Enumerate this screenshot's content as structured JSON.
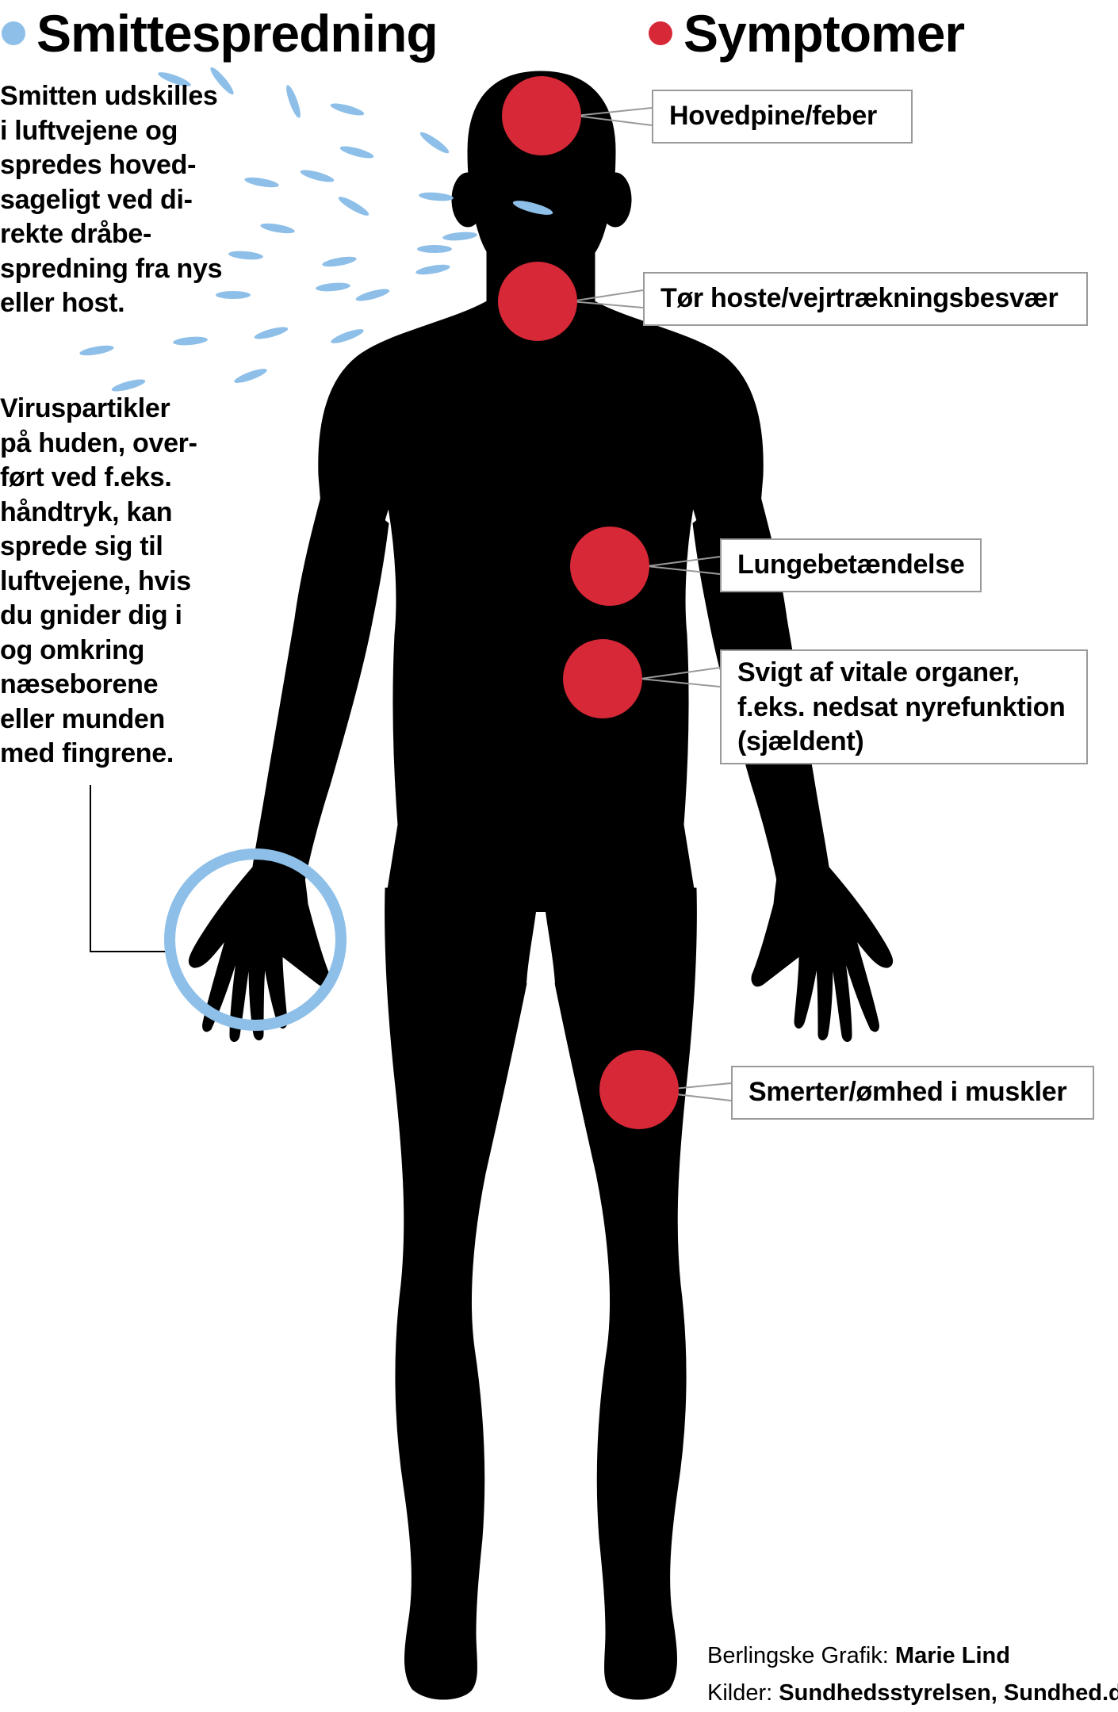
{
  "colors": {
    "spread_accent": "#8dbfe8",
    "symptom_accent": "#d62837",
    "silhouette": "#000000",
    "callout_border": "#9a9a9a"
  },
  "headings": {
    "spread": "Smittespredning",
    "symptoms": "Symptomer"
  },
  "spread": {
    "droplets_text": "Smitten udskilles\ni luftvejene og\nspredes hoved-\nsageligt ved di-\nrekte dråbe-\nspredning fra nys\neller host.",
    "contact_text": "Viruspartikler\npå huden, over-\nført ved f.eks.\nhåndtryk, kan\nsprede sig til\nluftvejene, hvis\ndu gnider dig i\nog omkring\nnæseborene\neller munden\nmed fingrene."
  },
  "symptoms": {
    "headache": "Hovedpine/feber",
    "cough": "Tør hoste/vejrtrækningsbesvær",
    "pneumonia": "Lungebetændelse",
    "organs": "Svigt af vitale organer,\nf.eks. nedsat nyrefunktion\n(sjældent)",
    "muscles": "Smerter/ømhed i muskler"
  },
  "credits": {
    "graphics_label": "Berlingske Grafik: ",
    "graphics_value": "Marie Lind",
    "sources_label": "Kilder: ",
    "sources_value": "Sundhedsstyrelsen, Sundhed.dk"
  }
}
